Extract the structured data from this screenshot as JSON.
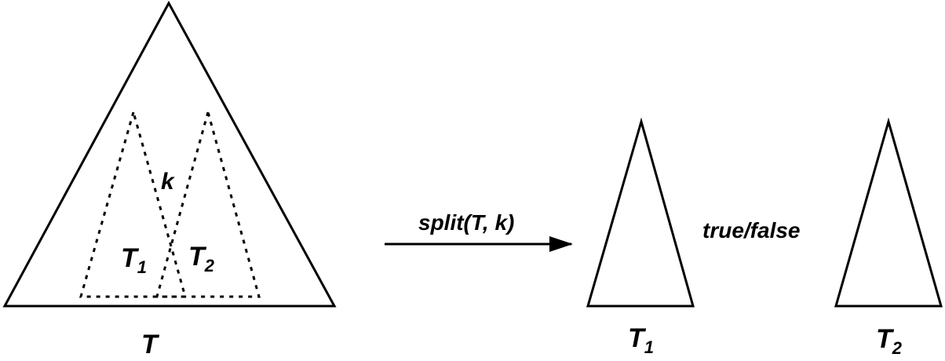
{
  "labels": {
    "big_tree": "T",
    "key": "k",
    "inner_left_main": "T",
    "inner_left_sub": "1",
    "inner_right_main": "T",
    "inner_right_sub": "2",
    "operation": "split(T, k)",
    "result_left_main": "T",
    "result_left_sub": "1",
    "result_middle": "true/false",
    "result_right_main": "T",
    "result_right_sub": "2"
  },
  "colors": {
    "stroke": "#000000",
    "background": "#ffffff"
  }
}
